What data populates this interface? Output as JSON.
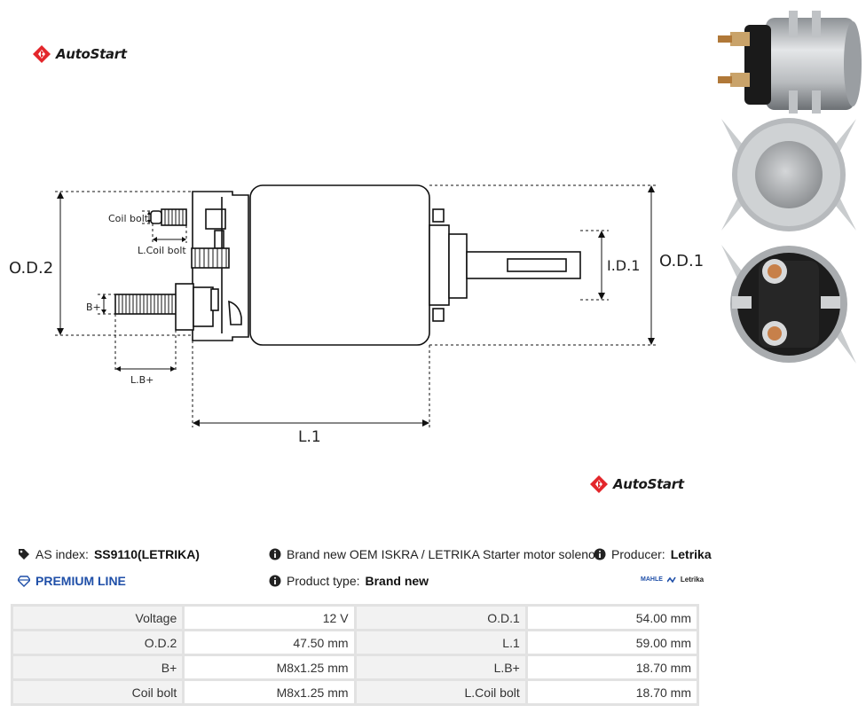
{
  "brand": {
    "name": "AutoStart",
    "accent": "#e3262b"
  },
  "drawing_labels": {
    "coil_bolt": "Coil bolt",
    "l_coil_bolt": "L.Coil bolt",
    "b_plus": "B+",
    "lb_plus": "L.B+",
    "od2": "O.D.2",
    "od1": "O.D.1",
    "id1": "I.D.1",
    "l1": "L.1"
  },
  "info": {
    "as_index_label": "AS index:",
    "as_index_value": "SS9110(LETRIKA)",
    "premium_line": "PREMIUM LINE",
    "description": "Brand new OEM ISKRA / LETRIKA Starter motor solenoid",
    "producer_label": "Producer:",
    "producer_value": "Letrika",
    "product_type_label": "Product type:",
    "product_type_value": "Brand new",
    "brand_logo_mahle": "MAHLE",
    "brand_logo_letrika": "Letrika"
  },
  "specs": [
    {
      "l1": "Voltage",
      "v1": "12 V",
      "l2": "O.D.1",
      "v2": "54.00 mm"
    },
    {
      "l1": "O.D.2",
      "v1": "47.50 mm",
      "l2": "L.1",
      "v2": "59.00 mm"
    },
    {
      "l1": "B+",
      "v1": "M8x1.25 mm",
      "l2": "L.B+",
      "v2": "18.70 mm"
    },
    {
      "l1": "Coil bolt",
      "v1": "M8x1.25 mm",
      "l2": "L.Coil bolt",
      "v2": "18.70 mm"
    }
  ],
  "icons": [
    "autostart-logo-icon",
    "tags-icon",
    "diamond-icon",
    "info-icon"
  ]
}
